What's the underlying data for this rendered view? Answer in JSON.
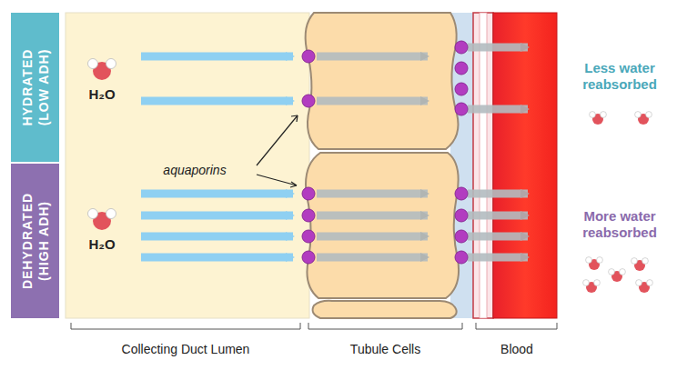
{
  "diagram": {
    "nodes": [
      {
        "text": [
          "HYDRATED (LOW ADH)"
        ]
      },
      {
        "text": [
          "DEHYDRATED (HIGH ADH)"
        ]
      }
    ],
    "labels": [
      "H₂O",
      "aquaporins",
      "H₂O",
      "Less water reabsorbed",
      "More water reabsorbed",
      "Collecting Duct Lumen",
      "Tubule Cells",
      "Blood"
    ]
  }
}
